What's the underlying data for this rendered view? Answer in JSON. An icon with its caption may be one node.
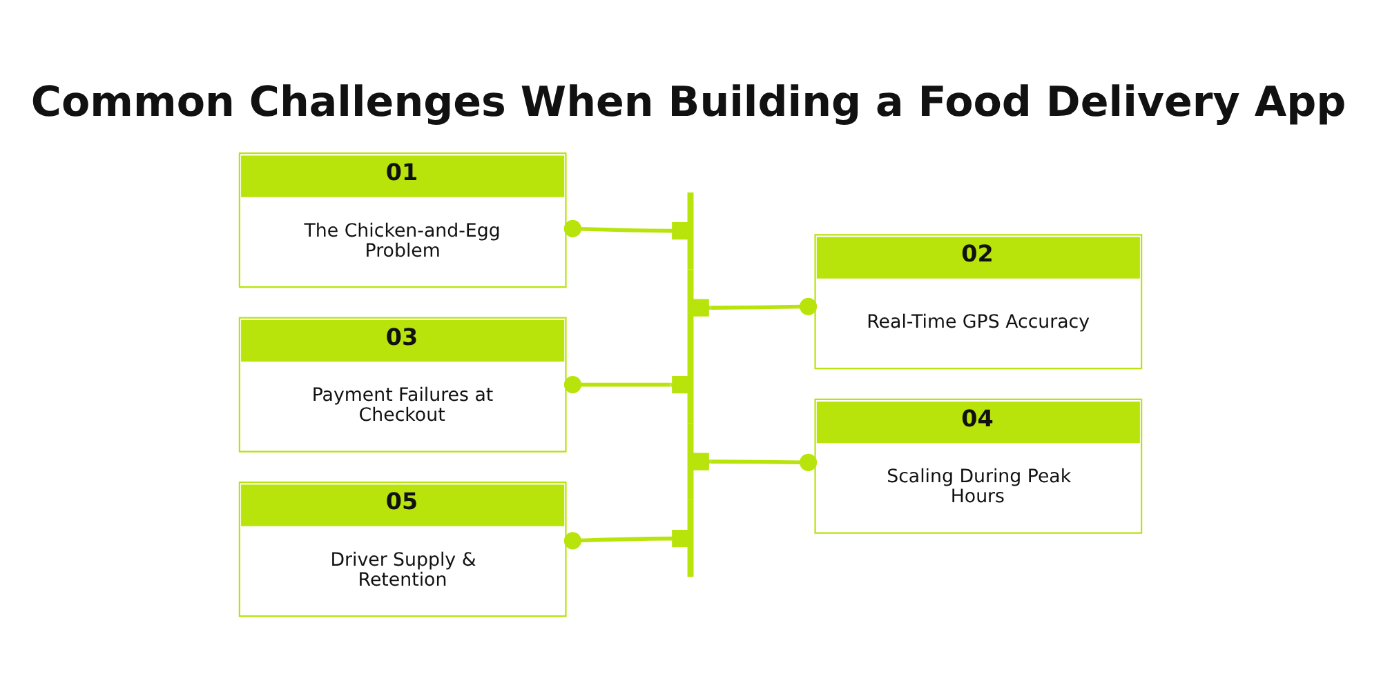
{
  "diagram": {
    "title": "Common Challenges When Building a Food Delivery App",
    "nodes": [
      {
        "text": [
          "01",
          "The Chicken-and-Egg Problem"
        ]
      },
      {
        "text": [
          "02",
          "Real-Time GPS Accuracy"
        ]
      },
      {
        "text": [
          "03",
          "Payment Failures at Checkout"
        ]
      },
      {
        "text": [
          "04",
          "Scaling During Peak Hours"
        ]
      },
      {
        "text": [
          "05",
          "Driver Supply & Retention"
        ]
      },
      {
        "text": [],
        "shape": "bar"
      }
    ],
    "edges": [
      {
        "from": 5,
        "to": 0,
        "arrow": "other"
      },
      {
        "from": 5,
        "to": 1,
        "arrow": "other"
      },
      {
        "from": 5,
        "to": 2,
        "arrow": "other"
      },
      {
        "from": 5,
        "to": 3,
        "arrow": "other"
      },
      {
        "from": 5,
        "to": 4,
        "arrow": "other"
      }
    ]
  }
}
